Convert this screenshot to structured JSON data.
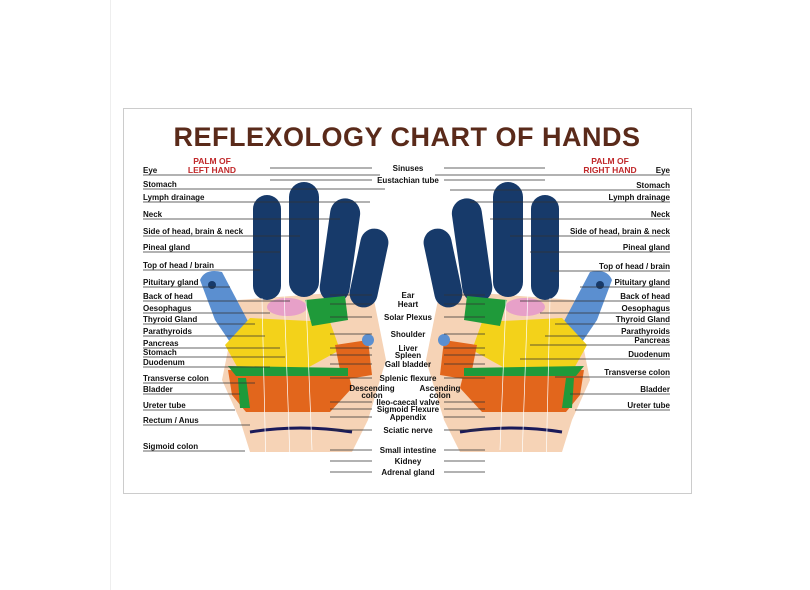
{
  "title": "REFLEXOLOGY CHART OF HANDS",
  "left_heading": [
    "PALM OF",
    "LEFT HAND"
  ],
  "right_heading": [
    "PALM OF",
    "RIGHT HAND"
  ],
  "left_labels": [
    "Eye",
    "Stomach",
    "Lymph drainage",
    "Neck",
    "Side of head, brain & neck",
    "Pineal gland",
    "Top of head / brain",
    "Pituitary gland",
    "Back of head",
    "Oesophagus",
    "Thyroid Gland",
    "Parathyroids",
    "Pancreas",
    "Stomach",
    "Duodenum",
    "Transverse colon",
    "Bladder",
    "Ureter tube",
    "Rectum / Anus",
    "Sigmoid colon"
  ],
  "center_labels": [
    "Sinuses",
    "Eustachian tube",
    "Ear",
    "Heart",
    "Solar Plexus",
    "Shoulder",
    "Liver",
    "Spleen",
    "Gall bladder",
    "Splenic flexure",
    "Ileo-caecal valve",
    "Sigmoid Flexure",
    "Appendix",
    "Sciatic nerve",
    "Small intestine",
    "Kidney",
    "Adrenal gland"
  ],
  "descending_colon": [
    "Descending",
    "colon"
  ],
  "ascending_colon": [
    "Ascending",
    "colon"
  ],
  "right_labels": [
    "Eye",
    "Stomach",
    "Lymph drainage",
    "Neck",
    "Side of head, brain & neck",
    "Pineal gland",
    "Top of head / brain",
    "Pituitary gland",
    "Back of head",
    "Oesophagus",
    "Thyroid Gland",
    "Parathyroids",
    "Pancreas",
    "Duodenum",
    "Transverse colon",
    "Bladder",
    "Ureter tube"
  ],
  "colors": {
    "finger": "#173a6a",
    "thumb": "#5b8fd0",
    "skin": "#f6d3b6",
    "yellow": "#f3d21a",
    "orange": "#e2661c",
    "green": "#1f9a3a",
    "pink": "#e7a0c8",
    "title": "#5a2a1a",
    "heading": "#c0282a"
  }
}
